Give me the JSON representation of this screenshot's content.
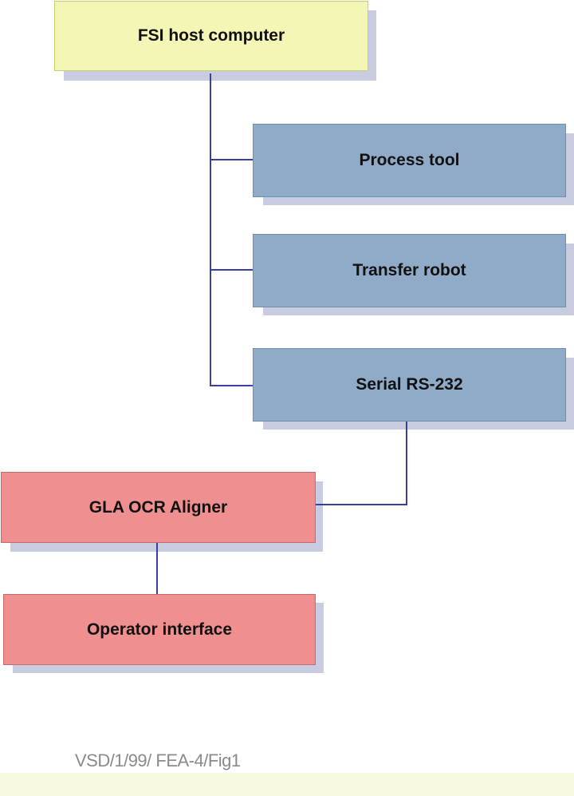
{
  "diagram": {
    "nodes": {
      "host": {
        "label": "FSI host computer"
      },
      "process_tool": {
        "label": "Process tool"
      },
      "transfer_robot": {
        "label": "Transfer robot"
      },
      "serial": {
        "label": "Serial RS-232"
      },
      "aligner": {
        "label": "GLA OCR Aligner"
      },
      "operator": {
        "label": "Operator interface"
      }
    },
    "edges": [
      {
        "from": "FSI host computer",
        "to": "Process tool"
      },
      {
        "from": "FSI host computer",
        "to": "Transfer robot"
      },
      {
        "from": "FSI host computer",
        "to": "Serial RS-232"
      },
      {
        "from": "Serial RS-232",
        "to": "GLA OCR Aligner"
      },
      {
        "from": "GLA OCR Aligner",
        "to": "Operator interface"
      }
    ],
    "caption": "VSD/1/99/ FEA-4/Fig1"
  },
  "colors": {
    "host_fill": "#f3f6b4",
    "host_border": "#c9cf6e",
    "tool_fill": "#8fabc8",
    "tool_border": "#6f8fb0",
    "aligner_fill": "#ef8f8f",
    "aligner_border": "#c96a6a",
    "connector": "#3b3fa0",
    "shadow": "#c9cbe0",
    "footer": "#f7f8df"
  }
}
